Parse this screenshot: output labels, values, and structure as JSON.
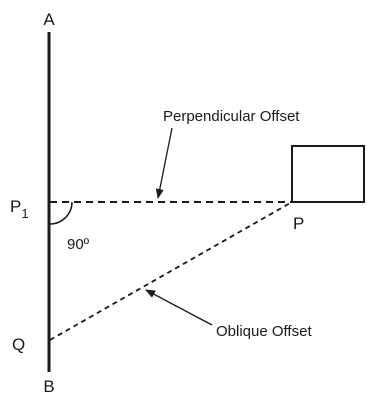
{
  "labels": {
    "point_a": "A",
    "point_b": "B",
    "point_p1_main": "P",
    "point_p1_sub": "1",
    "point_p": "P",
    "point_q": "Q",
    "angle": "90º",
    "perpendicular_offset": "Perpendicular Offset",
    "oblique_offset": "Oblique Offset"
  },
  "colors": {
    "line": "#1a1a1a",
    "background": "#ffffff"
  }
}
